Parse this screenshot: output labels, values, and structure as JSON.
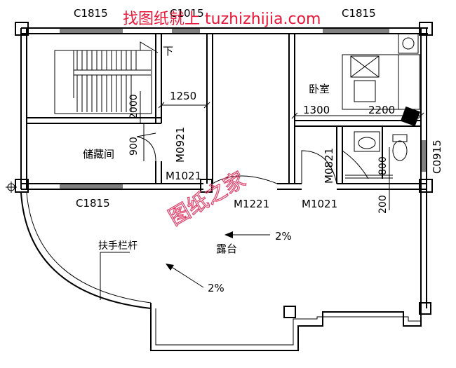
{
  "watermark": {
    "site": "找图纸就上 tuzhizhijia.com",
    "stamp": "图纸之家"
  },
  "windows": {
    "top_left": "C1815",
    "top_mid": "C1015",
    "top_right": "C1815",
    "right_side": "C0915",
    "bottom_left": "C1815"
  },
  "doors": {
    "stair_side": "M0921",
    "storage": "M1021",
    "hall": "M1221",
    "bedroom": "M1021",
    "bath": "M0821"
  },
  "rooms": {
    "storage": "储藏间",
    "bedroom": "卧室",
    "terrace": "露台"
  },
  "dimensions": {
    "d1250": "1250",
    "d1300": "1300",
    "d2200": "2200",
    "d2000": "2000",
    "d900": "900",
    "d800": "800",
    "d200": "200"
  },
  "annotations": {
    "stair_down": "下",
    "railing": "扶手栏杆",
    "slope_1": "2%",
    "slope_2": "2%"
  }
}
